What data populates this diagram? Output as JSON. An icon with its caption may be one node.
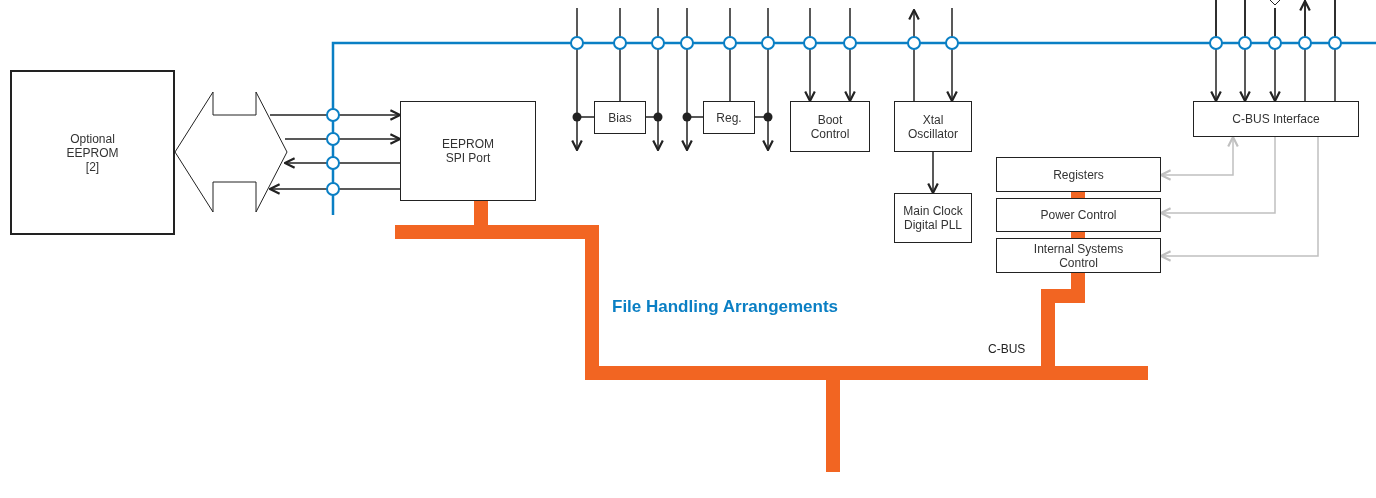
{
  "diagram": {
    "nodes": [
      {
        "text": [
          "Optional EEPROM [2]"
        ]
      },
      {
        "text": [
          "EEPROM SPI Port"
        ]
      },
      {
        "text": [
          "Bias"
        ]
      },
      {
        "text": [
          "Reg."
        ]
      },
      {
        "text": [
          "Boot Control"
        ]
      },
      {
        "text": [
          "Xtal Oscillator"
        ]
      },
      {
        "text": [
          "Main Clock Digital PLL"
        ]
      },
      {
        "text": [
          "C-BUS Interface"
        ]
      },
      {
        "text": [
          "Registers"
        ]
      },
      {
        "text": [
          "Power Control"
        ]
      },
      {
        "text": [
          "Internal Systems Control"
        ]
      }
    ],
    "edges": [
      {
        "from": 0,
        "to": null,
        "arrow": "both"
      },
      {
        "from": null,
        "to": 1,
        "arrow": "to"
      },
      {
        "from": null,
        "to": 1,
        "arrow": "to"
      },
      {
        "from": 1,
        "to": null,
        "arrow": "to"
      },
      {
        "from": 1,
        "to": null,
        "arrow": "to"
      },
      {
        "from": 2,
        "to": null,
        "arrow": "to"
      },
      {
        "from": 2,
        "to": null,
        "arrow": "to"
      },
      {
        "from": null,
        "to": 2,
        "arrow": "none"
      },
      {
        "from": 3,
        "to": null,
        "arrow": "to"
      },
      {
        "from": 3,
        "to": null,
        "arrow": "to"
      },
      {
        "from": null,
        "to": 3,
        "arrow": "none"
      },
      {
        "from": null,
        "to": 4,
        "arrow": "to"
      },
      {
        "from": null,
        "to": 4,
        "arrow": "to"
      },
      {
        "from": 5,
        "to": null,
        "arrow": "to"
      },
      {
        "from": null,
        "to": 5,
        "arrow": "to"
      },
      {
        "from": 5,
        "to": 6,
        "arrow": "to"
      },
      {
        "from": null,
        "to": 7,
        "arrow": "to"
      },
      {
        "from": null,
        "to": 7,
        "arrow": "to"
      },
      {
        "from": null,
        "to": 7,
        "arrow": "to"
      },
      {
        "from": 7,
        "to": null,
        "arrow": "to"
      },
      {
        "from": 7,
        "to": null,
        "arrow": "none"
      },
      {
        "from": 8,
        "to": 7,
        "arrow": "both",
        "color": "#c0c0c0"
      },
      {
        "from": 7,
        "to": 9,
        "arrow": "to",
        "color": "#c0c0c0"
      },
      {
        "from": 7,
        "to": 10,
        "arrow": "to",
        "color": "#c0c0c0"
      },
      {
        "from": 8,
        "to": 9,
        "arrow": "none",
        "style": "thick",
        "color": "#f26522"
      },
      {
        "from": 9,
        "to": 10,
        "arrow": "none",
        "style": "thick",
        "color": "#f26522"
      },
      {
        "from": 1,
        "to": 10,
        "arrow": "none",
        "style": "thick",
        "color": "#f26522"
      }
    ],
    "labels": [
      "File Handling Arrangements",
      "C-BUS"
    ]
  }
}
